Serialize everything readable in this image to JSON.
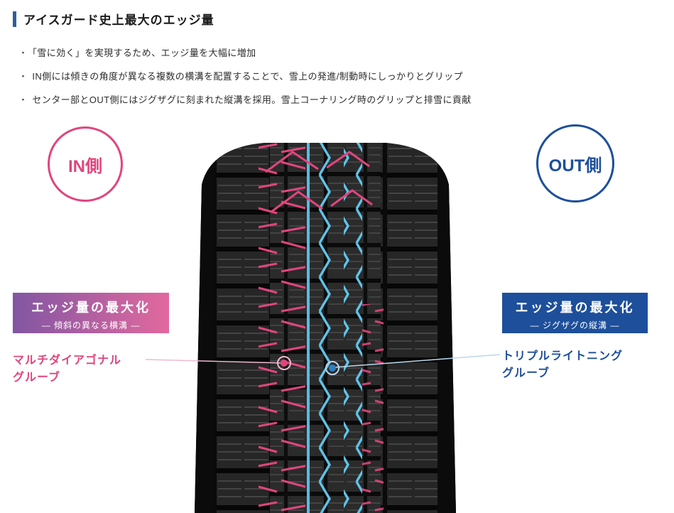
{
  "header": {
    "title": "アイスガード史上最大のエッジ量"
  },
  "bullets": [
    "「雪に効く」を実現するため、エッジ量を大幅に増加",
    "IN側には傾きの角度が異なる複数の横溝を配置することで、雪上の発進/制動時にしっかりとグリップ",
    "センター部とOUT側にはジグザグに刻まれた縦溝を採用。雪上コーナリング時のグリップと排雪に貢献"
  ],
  "badges": {
    "in": "IN側",
    "out": "OUT側"
  },
  "left_callout": {
    "title": "エッジ量の最大化",
    "subtitle": "― 傾斜の異なる横溝 ―",
    "label_line1": "マルチダイアゴナル",
    "label_line2": "グルーブ"
  },
  "right_callout": {
    "title": "エッジ量の最大化",
    "subtitle": "― ジグザグの縦溝 ―",
    "label_line1": "トリプルライトニング",
    "label_line2": "グルーブ"
  },
  "colors": {
    "pink": "#e0457d",
    "blue": "#1d4f9b",
    "light_blue": "#5fc3e8",
    "accent": "#2e5f9e",
    "grad_purple": "#8156a3",
    "grad_pink": "#e2699e"
  }
}
